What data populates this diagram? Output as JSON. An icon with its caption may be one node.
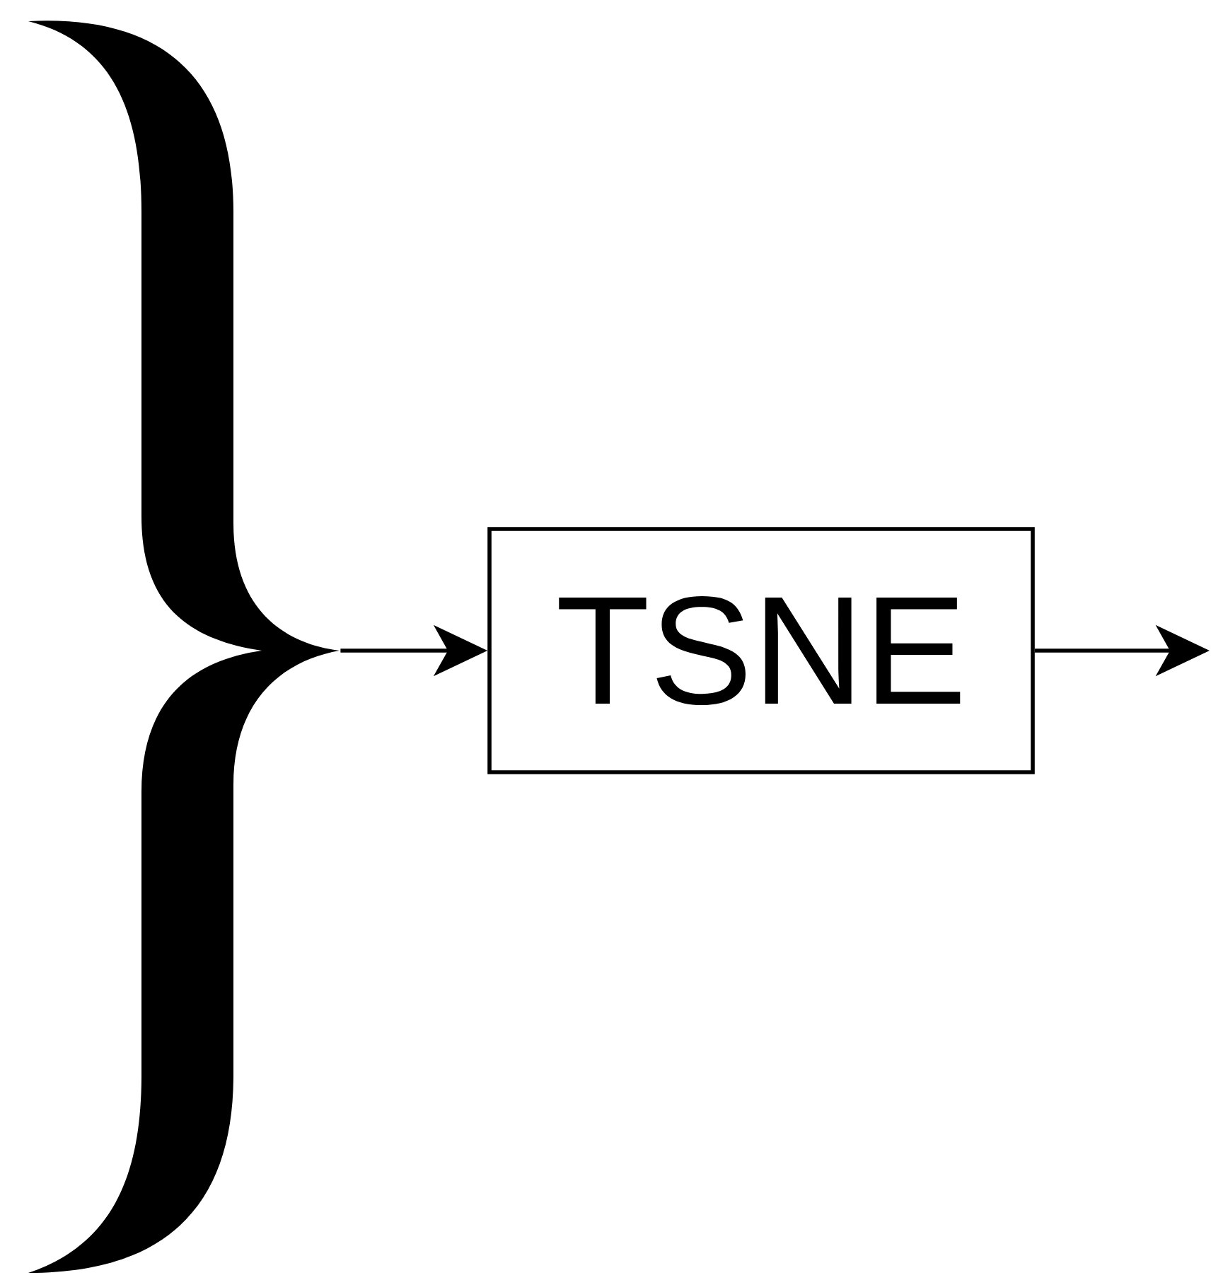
{
  "diagram": {
    "nodes": [
      {
        "text": [],
        "shape": "brace"
      },
      {
        "text": [
          "TSNE"
        ]
      }
    ],
    "edges": [
      {
        "from": 0,
        "to": 1,
        "arrow": "to"
      },
      {
        "from": 1,
        "to": null,
        "arrow": "to"
      }
    ]
  }
}
